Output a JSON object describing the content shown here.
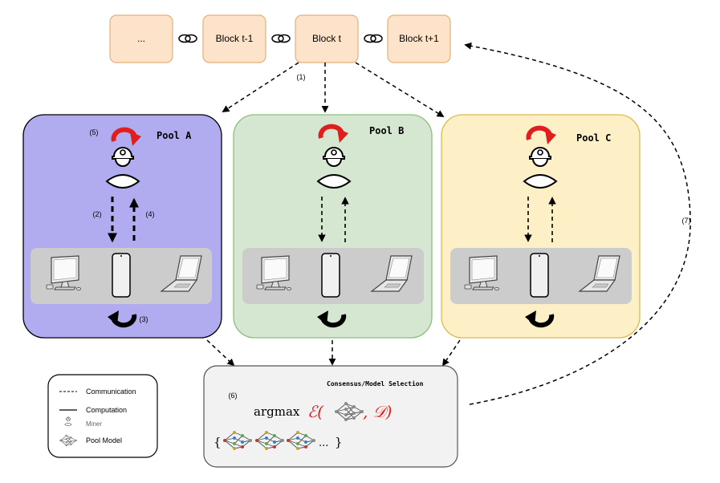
{
  "blocks": [
    "...",
    "Block t-1",
    "Block t",
    "Block t+1"
  ],
  "pools": [
    {
      "title": "Pool A",
      "step_top": "(5)",
      "step_down": "(2)",
      "step_up": "(4)",
      "step_loop": "(3)"
    },
    {
      "title": "Pool B"
    },
    {
      "title": "Pool C"
    }
  ],
  "steps": {
    "broadcast": "(1)",
    "selection": "(6)",
    "feedback": "(7)"
  },
  "consensus": {
    "title": "Consensus/Model Selection",
    "argmax": "argmax",
    "func_symbol": "ℰ(",
    "dataset_symbol": ", 𝒟)",
    "set_open": "{",
    "set_close": "}",
    "set_dots": "..."
  },
  "legend": {
    "communication": "Communication",
    "computation": "Computation",
    "miner": "Miner",
    "pool_model": "Pool Model"
  },
  "colors": {
    "block_fill": "#fde3c9",
    "block_stroke": "#e4b07c",
    "pool_a_fill": "#b1acf0",
    "pool_b_fill": "#d6e7d1",
    "pool_b_stroke": "#8cbf7a",
    "pool_c_fill": "#fdf0c7",
    "pool_c_stroke": "#e0b84e",
    "device_panel": "#cccccc",
    "consensus_fill": "#f2f2f2",
    "red_accent": "#e01e1e"
  }
}
